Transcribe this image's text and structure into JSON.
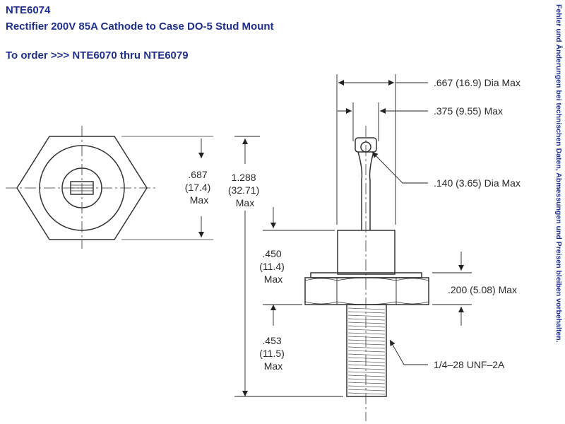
{
  "header": {
    "part_number": "NTE6074",
    "description": "Rectifier 200V 85A Cathode to Case DO-5 Stud Mount",
    "order_note": "To order >>> NTE6070 thru NTE6079"
  },
  "side_note": "Fehler und Änderungen bei technischen Daten, Abmessungen und Preisen bleiben vorbehalten.",
  "dimensions": {
    "hex_across_flats": [
      ".687",
      "(17.4)",
      "Max"
    ],
    "overall_height": [
      "1.288",
      "(32.71)",
      "Max"
    ],
    "head_height": [
      ".450",
      "(11.4)",
      "Max"
    ],
    "stud_length": [
      ".453",
      "(11.5)",
      "Max"
    ],
    "top_dia": ".667 (16.9) Dia Max",
    "lead_width": ".375 (9.55) Max",
    "hole_dia": ".140 (3.65) Dia Max",
    "hex_thickness": ".200 (5.08) Max",
    "thread": "1/4–28 UNF–2A"
  }
}
